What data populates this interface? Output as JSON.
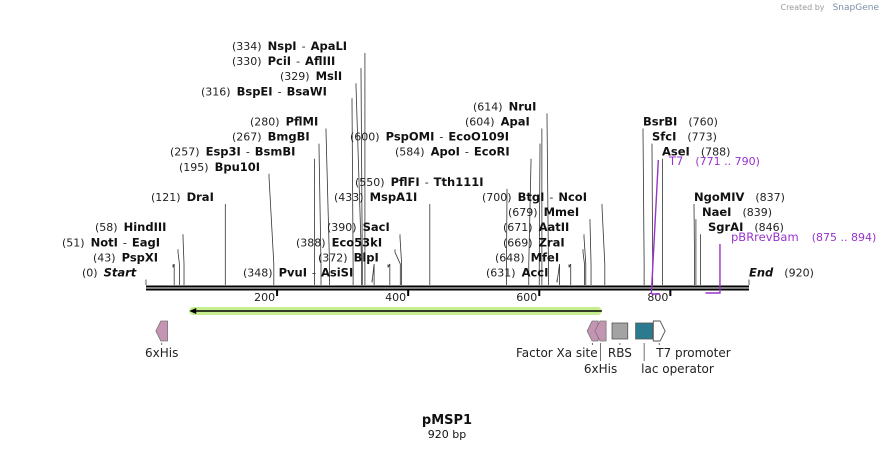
{
  "credit": {
    "prefix": "Created by",
    "brand": "SnapGene"
  },
  "plasmid": {
    "name": "pMSP1",
    "length_label": "920 bp",
    "length": 920
  },
  "axis": {
    "ticks": [
      200,
      400,
      600,
      800
    ]
  },
  "sites": [
    {
      "pos": "(334)",
      "label": "NspI",
      "label2": "ApaLI",
      "bp": 334,
      "row": 0,
      "xl": 232,
      "anchor": 365
    },
    {
      "pos": "(330)",
      "label": "PciI",
      "label2": "AflIII",
      "bp": 330,
      "row": 1,
      "xl": 232,
      "anchor": 361
    },
    {
      "pos": "(329)",
      "label": "MslI",
      "label2": "",
      "bp": 329,
      "row": 2,
      "xl": 280,
      "anchor": 356
    },
    {
      "pos": "(316)",
      "label": "BspEI",
      "label2": "BsaWI",
      "bp": 316,
      "row": 3,
      "xl": 201,
      "anchor": 352
    },
    {
      "pos": "(280)",
      "label": "PflMI",
      "label2": "",
      "bp": 280,
      "row": 5,
      "xl": 250,
      "anchor": 326
    },
    {
      "pos": "(267)",
      "label": "BmgBI",
      "label2": "",
      "bp": 267,
      "row": 6,
      "xl": 232,
      "anchor": 319
    },
    {
      "pos": "(257)",
      "label": "Esp3I",
      "label2": "BsmBI",
      "bp": 257,
      "row": 7,
      "xl": 170,
      "anchor": 314
    },
    {
      "pos": "(195)",
      "label": "Bpu10I",
      "label2": "",
      "bp": 195,
      "row": 8,
      "xl": 179,
      "anchor": 269
    },
    {
      "pos": "(121)",
      "label": "DraI",
      "label2": "",
      "bp": 121,
      "row": 10,
      "xl": 151,
      "anchor": 225
    },
    {
      "pos": "(58)",
      "label": "HindIII",
      "label2": "",
      "bp": 58,
      "row": 12,
      "xl": 95,
      "anchor": 183
    },
    {
      "pos": "(51)",
      "label": "NotI",
      "label2": "EagI",
      "bp": 51,
      "row": 13,
      "xl": 62,
      "anchor": 178
    },
    {
      "pos": "(43)",
      "label": "PspXI",
      "label2": "",
      "bp": 43,
      "row": 14,
      "xl": 93,
      "anchor": 173
    },
    {
      "pos": "(0)",
      "label": "Start",
      "label2": "",
      "bp": 0,
      "row": 15,
      "xl": 82,
      "anchor": 146,
      "italic": true
    },
    {
      "pos": "(348)",
      "label": "PvuI",
      "label2": "AsiSI",
      "bp": 348,
      "row": 15,
      "xl": 243,
      "anchor": 372
    },
    {
      "pos": "(372)",
      "label": "BlpI",
      "label2": "",
      "bp": 372,
      "row": 14,
      "xl": 318,
      "anchor": 388
    },
    {
      "pos": "(388)",
      "label": "Eco53kI",
      "label2": "",
      "bp": 388,
      "row": 13,
      "xl": 296,
      "anchor": 395
    },
    {
      "pos": "(390)",
      "label": "SacI",
      "label2": "",
      "bp": 390,
      "row": 12,
      "xl": 327,
      "anchor": 400
    },
    {
      "pos": "(433)",
      "label": "MspA1I",
      "label2": "",
      "bp": 433,
      "row": 10,
      "xl": 334,
      "anchor": 430
    },
    {
      "pos": "(550)",
      "label": "PflFI",
      "label2": "Tth111I",
      "bp": 550,
      "row": 9,
      "xl": 355,
      "anchor": 507
    },
    {
      "pos": "(584)",
      "label": "ApoI",
      "label2": "EcoRI",
      "bp": 584,
      "row": 7,
      "xl": 395,
      "anchor": 531
    },
    {
      "pos": "(600)",
      "label": "PspOMI",
      "label2": "EcoO109I",
      "bp": 600,
      "row": 6,
      "xl": 350,
      "anchor": 540
    },
    {
      "pos": "(604)",
      "label": "ApaI",
      "label2": "",
      "bp": 604,
      "row": 5,
      "xl": 465,
      "anchor": 542
    },
    {
      "pos": "(614)",
      "label": "NruI",
      "label2": "",
      "bp": 614,
      "row": 4,
      "xl": 473,
      "anchor": 547
    },
    {
      "pos": "(700)",
      "label": "BtgI",
      "label2": "NcoI",
      "bp": 700,
      "row": 10,
      "xl": 482,
      "anchor": 602
    },
    {
      "pos": "(679)",
      "label": "MmeI",
      "label2": "",
      "bp": 679,
      "row": 11,
      "xl": 508,
      "anchor": 590
    },
    {
      "pos": "(671)",
      "label": "AatII",
      "label2": "",
      "bp": 671,
      "row": 12,
      "xl": 503,
      "anchor": 584
    },
    {
      "pos": "(669)",
      "label": "ZraI",
      "label2": "",
      "bp": 669,
      "row": 13,
      "xl": 503,
      "anchor": 583
    },
    {
      "pos": "(648)",
      "label": "MfeI",
      "label2": "",
      "bp": 648,
      "row": 14,
      "xl": 495,
      "anchor": 569
    },
    {
      "pos": "(631)",
      "label": "AccI",
      "label2": "",
      "bp": 631,
      "row": 15,
      "xl": 486,
      "anchor": 557
    },
    {
      "pos": "(760)",
      "label": "BsrBI",
      "label2": "",
      "bp": 760,
      "row": 5,
      "xl": 643,
      "anchor": 643,
      "right": true
    },
    {
      "pos": "(773)",
      "label": "SfcI",
      "label2": "",
      "bp": 773,
      "row": 6,
      "xl": 652,
      "anchor": 652,
      "right": true
    },
    {
      "pos": "(788)",
      "label": "AseI",
      "label2": "",
      "bp": 788,
      "row": 7,
      "xl": 662,
      "anchor": 662,
      "right": true
    },
    {
      "pos": "(837)",
      "label": "NgoMIV",
      "label2": "",
      "bp": 837,
      "row": 10,
      "xl": 694,
      "anchor": 694,
      "right": true
    },
    {
      "pos": "(839)",
      "label": "NaeI",
      "label2": "",
      "bp": 839,
      "row": 11,
      "xl": 702,
      "anchor": 696,
      "right": true
    },
    {
      "pos": "(846)",
      "label": "SgrAI",
      "label2": "",
      "bp": 846,
      "row": 12,
      "xl": 708,
      "anchor": 700,
      "right": true
    },
    {
      "pos": "(920)",
      "label": "End",
      "label2": "",
      "bp": 920,
      "row": 15,
      "xl": 749,
      "anchor": 749,
      "right": true,
      "italic": true
    }
  ],
  "primers": [
    {
      "label": "T7",
      "range": "(771 .. 790)",
      "start": 771,
      "end": 790,
      "dir": "forward"
    },
    {
      "label": "pBRrevBam",
      "range": "(875 .. 894)",
      "start": 875,
      "end": 894,
      "dir": "reverse"
    }
  ],
  "orf": {
    "start": 5,
    "end": 700,
    "dir": "reverse",
    "color": "#c6ee8e"
  },
  "features": [
    {
      "label": "6xHis",
      "type": "his-tag",
      "start": 15,
      "end": 33,
      "color": "#c495b3",
      "labelrow": 0
    },
    {
      "label": "Factor Xa site",
      "type": "protease-site",
      "start": 673,
      "end": 684,
      "color": "#c495b3",
      "labelrow": 0
    },
    {
      "label": "6xHis",
      "type": "his-tag",
      "start": 685,
      "end": 702,
      "color": "#c495b3",
      "labelrow": 1
    },
    {
      "label": "RBS",
      "type": "rbs",
      "start": 711,
      "end": 735,
      "color": "#a3a3a3",
      "labelrow": 0
    },
    {
      "label": "lac operator",
      "type": "operator",
      "start": 747,
      "end": 773,
      "color": "#2a7b8f",
      "labelrow": 1
    },
    {
      "label": "T7 promoter",
      "type": "promoter",
      "start": 774,
      "end": 792,
      "color": "#ffffff",
      "labelrow": 0
    }
  ]
}
